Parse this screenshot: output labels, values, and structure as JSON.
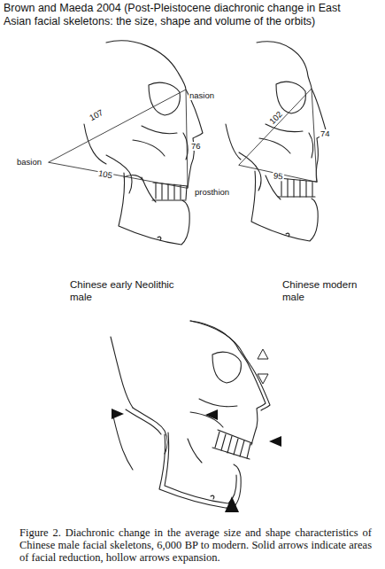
{
  "diagram": {
    "title": "Brown and Maeda 2004 (Post-Pleistocene diachronic change in East Asian facial skeletons: the size, shape and volume of the orbits)",
    "caption": "Figure 2.    Diachronic change in the average size and shape characteristics of Chinese male facial skeletons, 6,000 BP to modern. Solid arrows indicate areas of facial reduction, hollow arrows expansion.",
    "labels": [
      "107",
      "nasion",
      "76",
      "basion",
      "105",
      "prosthion",
      "102",
      "74",
      "95",
      "Chinese early Neolithic male",
      "Chinese modern male"
    ]
  }
}
